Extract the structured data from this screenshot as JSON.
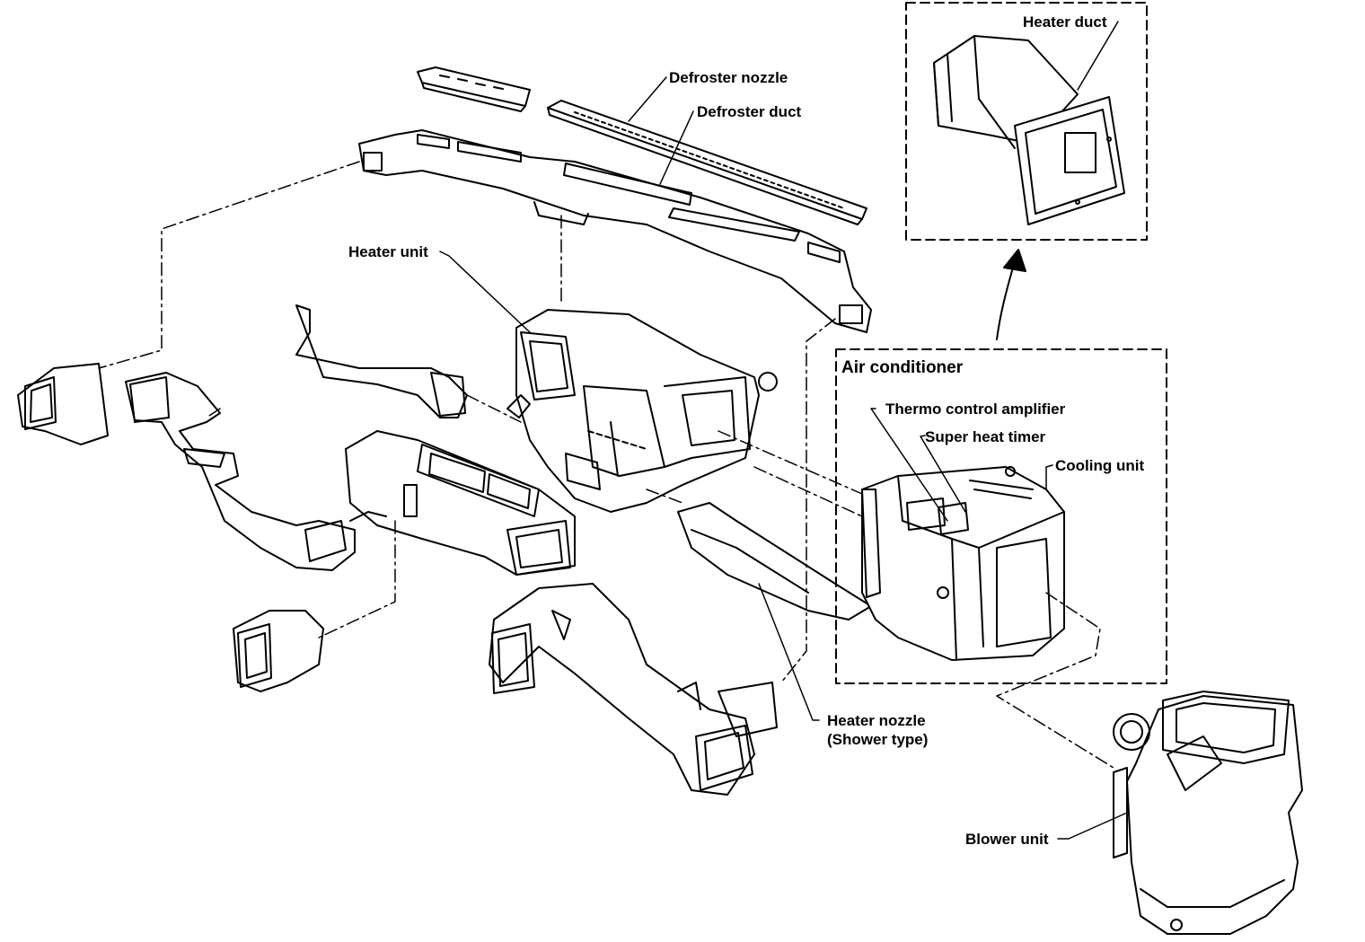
{
  "labels": {
    "heater_duct": "Heater duct",
    "defroster_nozzle": "Defroster nozzle",
    "defroster_duct": "Defroster duct",
    "heater_unit": "Heater unit",
    "air_conditioner": "Air conditioner",
    "thermo_control_amplifier": "Thermo control amplifier",
    "super_heat_timer": "Super heat timer",
    "cooling_unit": "Cooling unit",
    "heater_nozzle_line1": "Heater nozzle",
    "heater_nozzle_line2": "(Shower type)",
    "blower_unit": "Blower unit"
  },
  "colors": {
    "line": "#000000",
    "background": "#ffffff"
  }
}
